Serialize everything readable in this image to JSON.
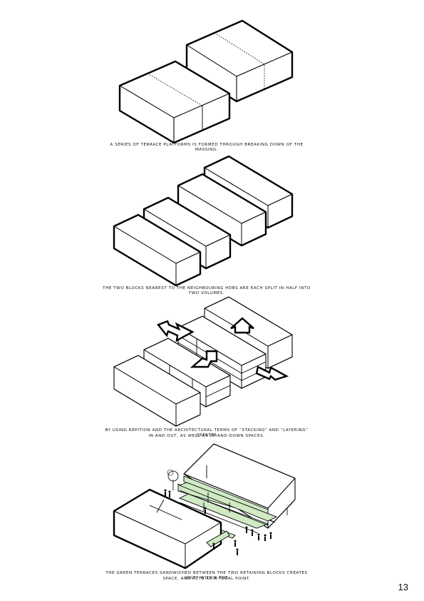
{
  "captions": {
    "step1": "A SERIES OF TERRACE PLATFORMS IS FORMED THROUGH BREAKING DOWN OF THE MASSING.",
    "step2": "THE TWO BLOCKS NEAREST TO THE NEIGHBOURING HDBS ARE EACH SPLIT IN HALF INTO TWO VOLUMES.",
    "step3_line1": "BY USING REPITION AND THE ARCHITECTURAL TERMS OF “STACKING” AND “LAYERING” CREATES",
    "step3_line2": "IN-AND-OUT, AS WELL AS UP-AND-DOWN SPACES.",
    "step4_line1": "THE GREEN TERRACES SANDWICHED BETWEEN THE TWO RETAINING BLOCKS CREATES UNITY WITHIN THE",
    "step4_line2": "SPACE, AND ACTS AS A FOCAL POINT."
  },
  "page_number": "13",
  "colors": {
    "terrace_green": "#cfeac4",
    "line": "#000000"
  }
}
